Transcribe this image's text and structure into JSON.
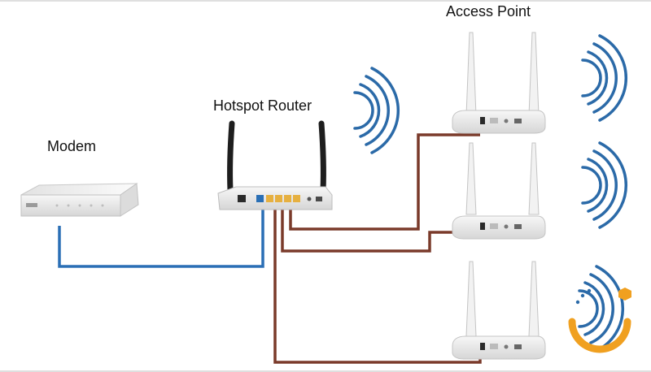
{
  "labels": {
    "modem": "Modem",
    "router": "Hotspot Router",
    "access_point": "Access Point"
  },
  "colors": {
    "blue_cable": "#2a6fb5",
    "brown_cable": "#7a3a2a",
    "wifi_waves": "#2b6aa8",
    "antenna": "#1e1e1e",
    "device_body": "#ececec",
    "logo_orange": "#f0a020"
  },
  "icons": {
    "modem": "modem-icon",
    "router": "router-icon",
    "access_point": "access-point-icon",
    "wifi": "wifi-waves-icon",
    "corner_logo": "logo-mark"
  }
}
